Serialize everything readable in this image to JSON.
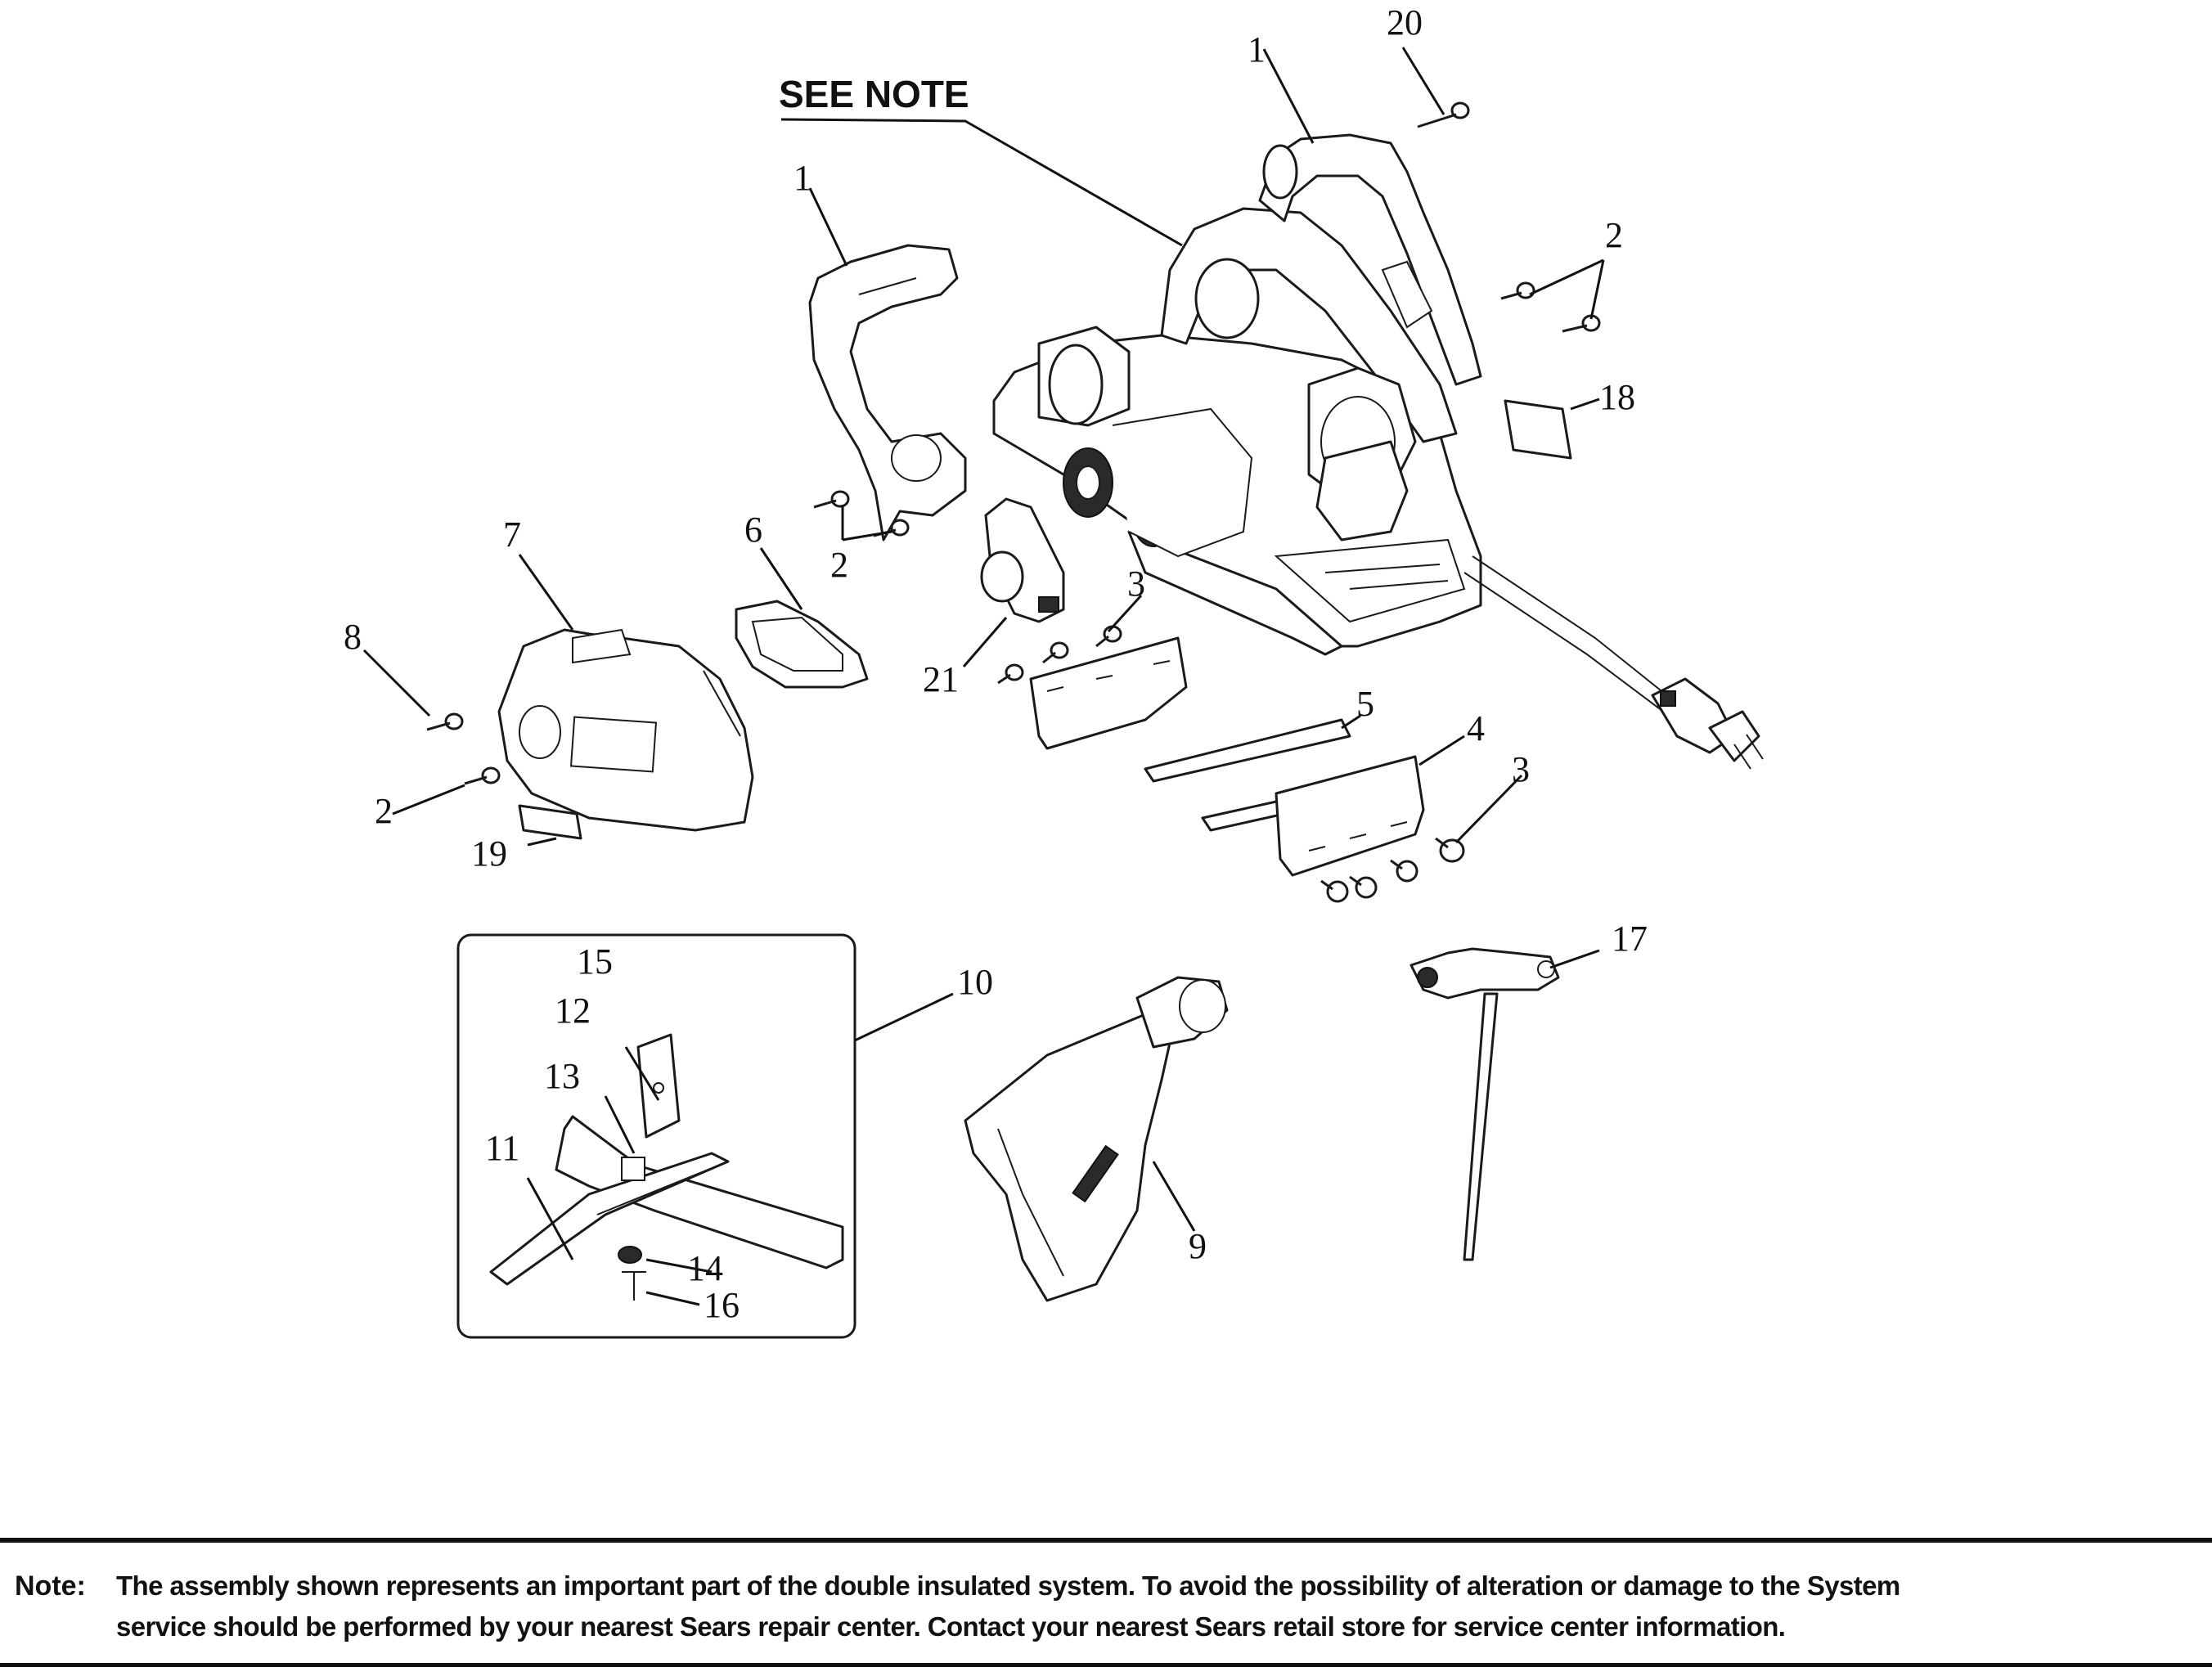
{
  "callouts": {
    "see_note": "SEE NOTE",
    "c1a": "1",
    "c1b": "1",
    "c2a": "2",
    "c2b": "2",
    "c2c": "2",
    "c3a": "3",
    "c3b": "3",
    "c4": "4",
    "c5": "5",
    "c6": "6",
    "c7": "7",
    "c8": "8",
    "c9": "9",
    "c10": "10",
    "c11": "11",
    "c12": "12",
    "c13": "13",
    "c14": "14",
    "c15": "15",
    "c16": "16",
    "c17": "17",
    "c18": "18",
    "c19": "19",
    "c20": "20",
    "c21": "21"
  },
  "note": {
    "label": "Note:",
    "line1": "The assembly shown represents an important part of the double insulated system. To avoid the possibility of alteration or damage to the System",
    "line2": "service should be performed by your nearest Sears repair center. Contact your nearest Sears retail store for service center information."
  }
}
